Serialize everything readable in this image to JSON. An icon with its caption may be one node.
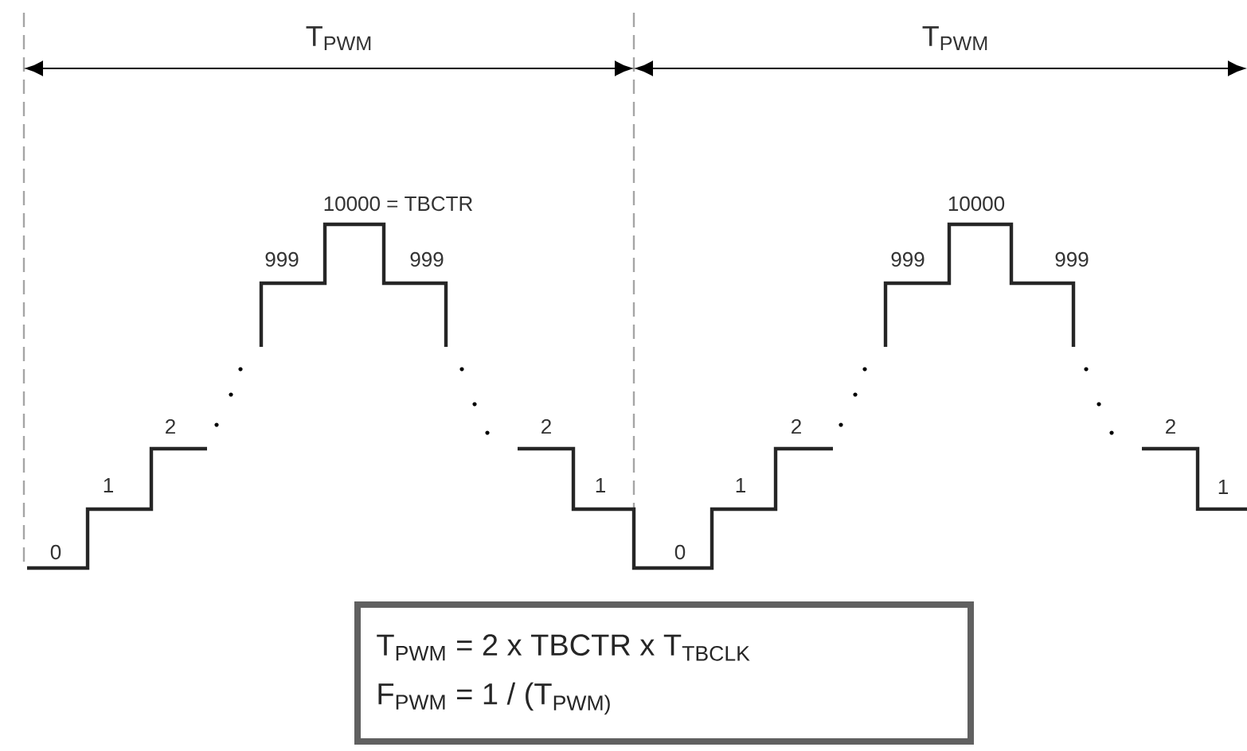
{
  "diagram": {
    "nodes": [
      {
        "text": [
          "T$_{PWM}$ = 2 x TBCTR x T$_{TBCLK}$",
          "F$_{PWM}$ = 1 / (T$_{PWM)}$"
        ]
      }
    ],
    "labels": [
      "T$_{PWM}$",
      "T$_{PWM}$",
      "10000 = TBCTR",
      "10000",
      "999",
      "999",
      "999",
      "999",
      "2",
      "2",
      "2",
      "2",
      "1",
      "1",
      "1",
      "1",
      "0",
      "0"
    ]
  }
}
